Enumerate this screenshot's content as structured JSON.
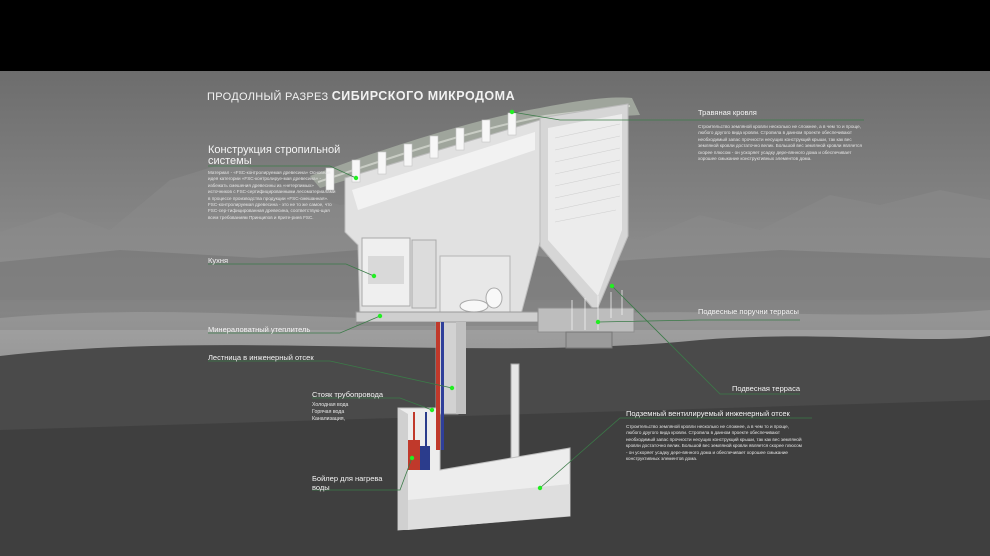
{
  "title": {
    "prefix": "ПРОДОЛНЫЙ РАЗРЕЗ",
    "bold": "СИБИРСКОГО МИКРОДОМА"
  },
  "labels": {
    "rafter_title": "Конструкция стропильной системы",
    "rafter_desc": "Материал - «FSC-контролируемая древесина» Основная идея категории «FSC-контролируе-мая древесина» - избежать смешения древесины из «нетерпимых» источников с FSC-сертифицированными лесоматериалами в процессе производства продукции «FSC-смешанная». FSC-контролируемая древесина - это не то же самое, что FSC-сер-тифицированная древесина, соответствую-щая всем требованиям Принципов и Крите-риев FSC.",
    "kitchen": "Кухня",
    "insulation": "Минераловатный утеплитель",
    "ladder": "Лестница в инженерный отсек",
    "pipe_riser": "Стояк трубопровода",
    "pipe_items": [
      "Холодная вода",
      "Горячая вода",
      "Канализация,"
    ],
    "boiler": "Бойлер для нагрева воды",
    "grass_roof": "Травяная кровля",
    "grass_roof_desc": "Строительство земляной кровли несколько не сложнее, а в чем то и проще, любого другого вида кровли. Стропила в данном проекте обеспечивают необходимый запас прочности несущих конструкций крыши, так как вес земляной кровли достаточно велик. Большой вес земляной кровли является скорее плюсом - он ускоряет усадку дере-вянного дома и обеспечивает хорошее смыкание конструктивных элементов дома.",
    "rails": "Подвесные поручни террасы",
    "terrace": "Подвесная терраса",
    "underground": "Подземный вентилируемый инженерный отсек",
    "underground_desc": "Строительство земляной кровли несколько не сложнее, а в чем то и проще, любого другого вида кровли. Стропила в данном проекте обеспечивают необходимый запас прочности несущих конструкций крыши, так как вес земляной кровли достаточно велик. Большой вес земляной кровли является скорее плюсом - он ускоряет усадку дере-вянного дома и обеспечивает хорошее смыкание конструктивных элементов дома."
  },
  "colors": {
    "marker": "#22ee22",
    "leader": "#2f6b3a"
  }
}
